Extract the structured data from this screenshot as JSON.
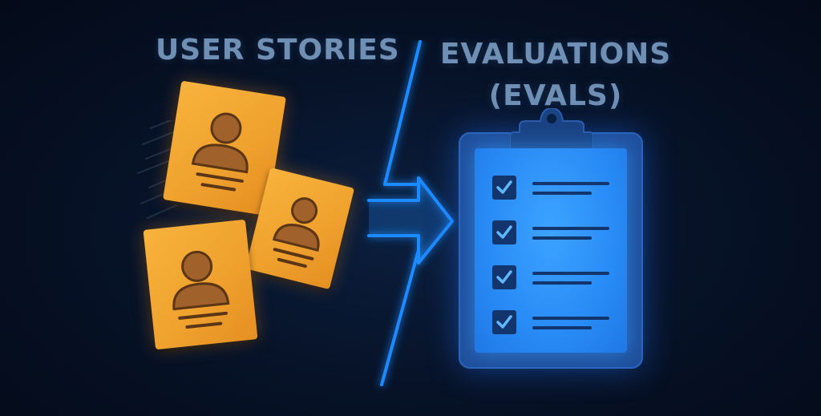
{
  "left_heading": "USER STORIES",
  "right_heading": {
    "line1": "EVALUATIONS",
    "line2": "(EVALS)"
  },
  "colors": {
    "heading": "#6f8fb4",
    "note": "#f0a22e",
    "note_ink": "#6b3f1a",
    "arrow_glow": "#1e8bff",
    "clipboard": "#1f4f9c",
    "paper": "#2a8df7",
    "checkbox": "#12356e",
    "checkmark": "#5fb8ff"
  },
  "icons": {
    "notes": "user-profile-icon",
    "arrow": "lightning-arrow-icon",
    "clipboard": "clipboard-checklist-icon",
    "check": "checkmark-icon"
  },
  "checklist_count": 4
}
